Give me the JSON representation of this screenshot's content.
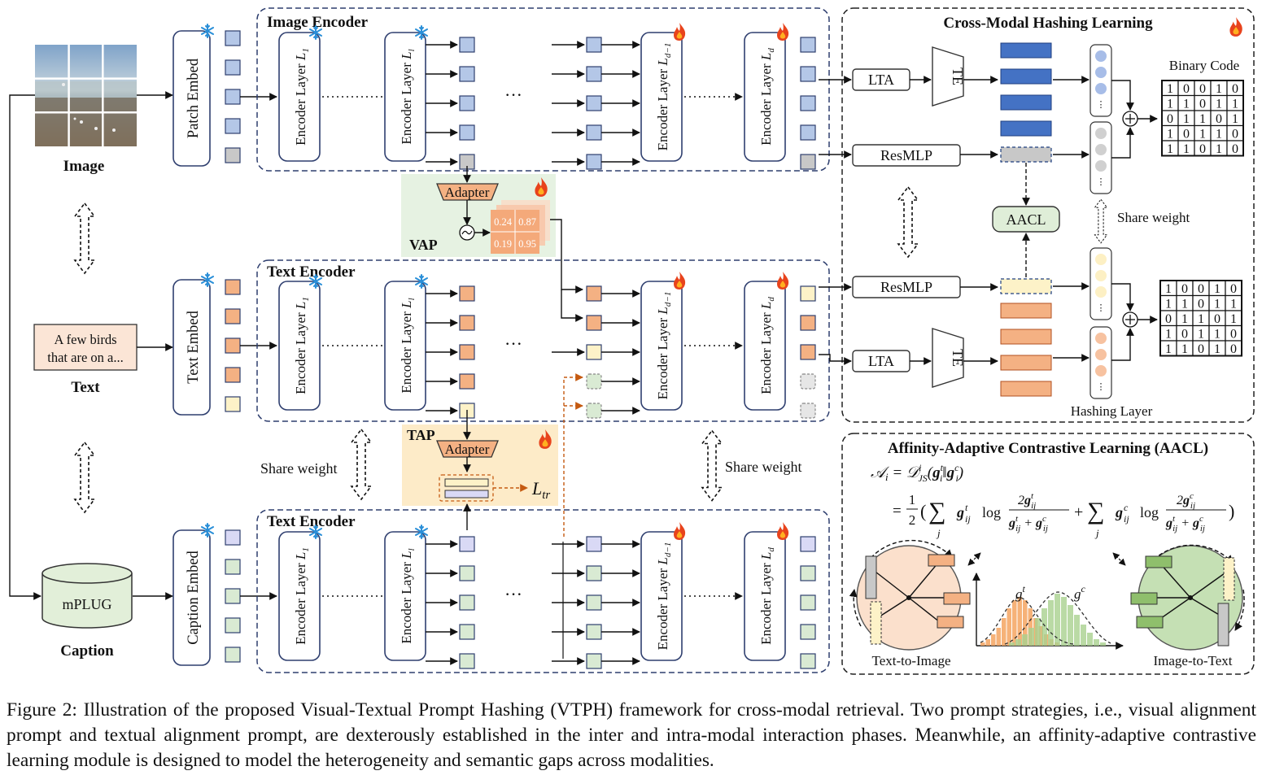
{
  "inputs": {
    "image_label": "Image",
    "text_label": "Text",
    "caption_label": "Caption",
    "text_sample": "A few birds that are on a...",
    "text_sample_line1": "A  few  birds",
    "text_sample_line2": "that are on a...",
    "captioner": "mPLUG"
  },
  "embeds": {
    "patch": "Patch Embed",
    "text": "Text Embed",
    "caption": "Caption Embed"
  },
  "encoders": {
    "image_title": "Image Encoder",
    "text_title": "Text Encoder",
    "caption_title": "Text Encoder",
    "layer_label": "Encoder Layer",
    "ellipsis": "···"
  },
  "prompts": {
    "vap_label": "VAP",
    "tap_label": "TAP",
    "adapter": "Adapter",
    "affinity_values": [
      "0.24",
      "0.87",
      "0.19",
      "0.95"
    ],
    "loss_label": "L",
    "loss_sub": "tr"
  },
  "share_weight": "Share weight",
  "hashing": {
    "title": "Cross-Modal Hashing Learning",
    "lta": "LTA",
    "te": "TE",
    "resmlp": "ResMLP",
    "aacl": "AACL",
    "binary_code_label": "Binary Code",
    "hashing_layer_label": "Hashing Layer",
    "share_weight": "Share weight",
    "binary_rows": [
      [
        "1",
        "0",
        "0",
        "1",
        "0"
      ],
      [
        "1",
        "1",
        "0",
        "1",
        "1"
      ],
      [
        "0",
        "1",
        "1",
        "0",
        "1"
      ],
      [
        "1",
        "0",
        "1",
        "1",
        "0"
      ],
      [
        "1",
        "1",
        "0",
        "1",
        "0"
      ]
    ]
  },
  "aacl_panel": {
    "title": "Affinity-Adaptive Contrastive Learning (AACL)",
    "equation_line1": "𝒜ᵢ = 𝒟ⁱ_JS(gᵢᵗ ‖ gᵢᶜ)",
    "equation_line2": "= ½ ( Σⱼ gᵢⱼᵗ log 2gᵢⱼᵗ/(gᵢⱼᵗ + gᵢⱼᶜ) + Σⱼ gᵢⱼᶜ log 2gᵢⱼᶜ/(gᵢⱼᵗ + gᵢⱼᶜ) )",
    "gt_label": "g",
    "gt_sup": "t",
    "gc_label": "g",
    "gc_sup": "c",
    "left_caption": "Text-to-Image",
    "right_caption": "Image-to-Text"
  },
  "caption_text": {
    "line1": "Figure 2: Illustration of the proposed Visual-Textual Prompt Hashing (VTPH) framework for cross-modal retrieval. Two prompt strategies,",
    "line2": "i.e., visual alignment prompt and textual alignment prompt, are dexterously established in the inter and intra-modal interaction phases.",
    "line3": "Meanwhile, an affinity-adaptive contrastive learning module is designed to model the heterogeneity and semantic gaps across modalities."
  },
  "colors": {
    "image_token": "#b4c7e7",
    "image_token_stroke": "#2f4f8f",
    "cls_token": "#c8c8c8",
    "text_token": "#f4b183",
    "text_token_light": "#fdf2c8",
    "caption_token": "#d9ead3",
    "caption_cls": "#d9d9f5",
    "vap_bg": "#e6f2e2",
    "tap_bg": "#fdebc8",
    "adapter_fill": "#f4b183",
    "aacl_fill": "#dfeed8",
    "hash_blue": "#4472c4",
    "hash_orange": "#f4b183",
    "dash_border": "#2f3f6f",
    "orange_dash": "#c55a11"
  }
}
